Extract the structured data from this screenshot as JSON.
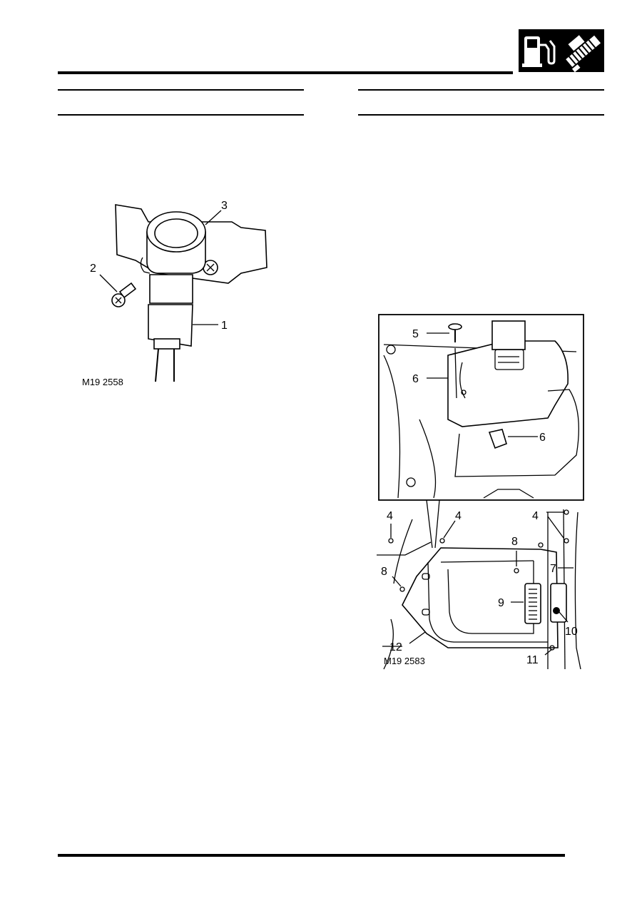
{
  "header": {
    "icon": "fuel-pump-and-engine-icon"
  },
  "figure_left": {
    "caption": "M19 2558",
    "callouts": [
      "1",
      "2",
      "3"
    ]
  },
  "figure_right": {
    "caption": "M19 2583",
    "callouts": [
      "4",
      "4",
      "4",
      "5",
      "6",
      "6",
      "7",
      "8",
      "8",
      "9",
      "10",
      "11",
      "12"
    ]
  }
}
